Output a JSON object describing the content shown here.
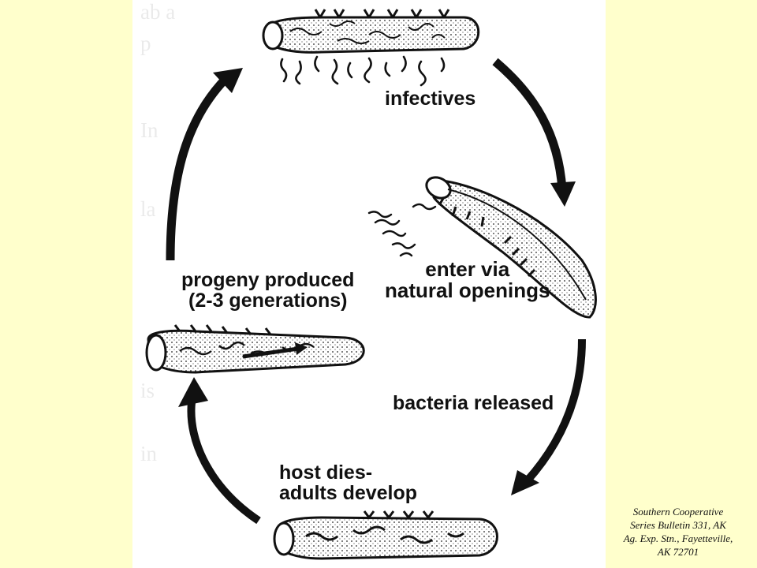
{
  "diagram": {
    "labels": {
      "infectives": "infectives",
      "enter_line1": "enter via",
      "enter_line2": "natural openings",
      "progeny_line1": "progeny produced",
      "progeny_line2": "(2-3 generations)",
      "bacteria": "bacteria released",
      "host_line1": "host dies-",
      "host_line2": "adults develop"
    }
  },
  "citation": {
    "line1": "Southern Cooperative",
    "line2": "Series Bulletin 331, AK",
    "line3": "Ag. Exp. Stn., Fayetteville,",
    "line4": "AK 72701"
  }
}
